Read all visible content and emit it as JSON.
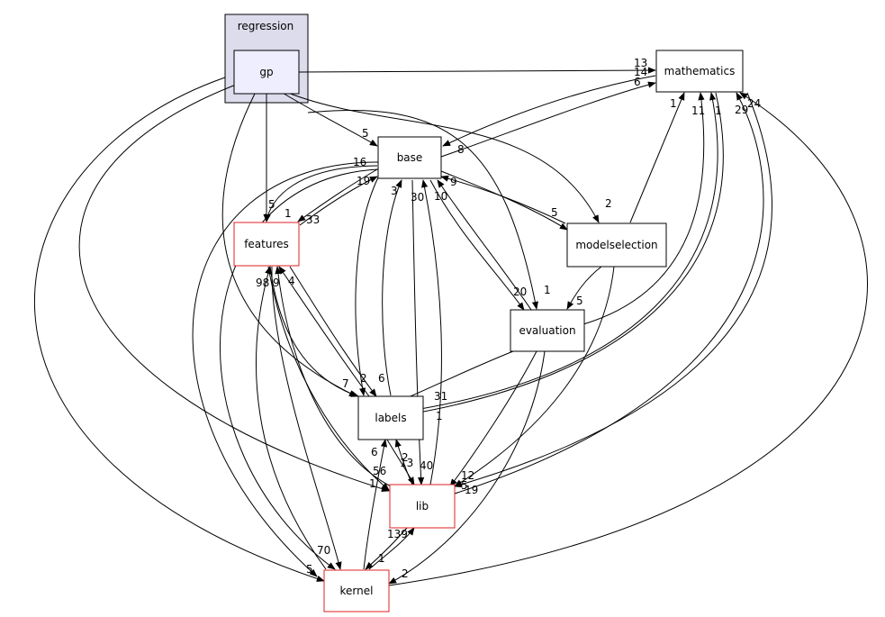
{
  "cluster": {
    "label": "regression"
  },
  "nodes": {
    "gp": {
      "label": "gp"
    },
    "mathematics": {
      "label": "mathematics"
    },
    "base": {
      "label": "base"
    },
    "features": {
      "label": "features"
    },
    "modelselection": {
      "label": "modelselection"
    },
    "evaluation": {
      "label": "evaluation"
    },
    "labels": {
      "label": "labels"
    },
    "lib": {
      "label": "lib"
    },
    "kernel": {
      "label": "kernel"
    }
  },
  "edge_labels": {
    "gp_mathematics": "14",
    "gp_base": "5",
    "gp_features": "5",
    "gp_modelselection": "2",
    "gp_evaluation": "1",
    "gp_labels": "7",
    "gp_lib": "1",
    "gp_kernel": "5",
    "mathematics_13": "13",
    "mathematics_6": "6",
    "base_mathematics": "8",
    "base_features": "33",
    "base_labels": "3",
    "base_lib": "30",
    "base_evaluation": "20",
    "base_modelselection": "5",
    "base_9": "9",
    "base_10": "10",
    "features_base_16": "16",
    "features_base_19": "19",
    "features_1": "1",
    "features_98": "98",
    "features_9": "9",
    "features_4": "4",
    "labels_2": "2",
    "labels_6": "6",
    "labels_31": "31",
    "labels_1": "1",
    "modelselection_mathematics": "1",
    "modelselection_evaluation": "5",
    "evaluation_mathematics": "11",
    "labels_mathematics": "1",
    "lib_mathematics_29": "29",
    "kernel_mathematics": "24",
    "lib_6": "6",
    "lib_56": "56",
    "lib_12": "12",
    "lib_13": "13",
    "lib_40": "40",
    "lib_2": "2",
    "lib_5": "5",
    "lib_19": "19",
    "lib_1": "1",
    "kernel_70": "70",
    "kernel_139": "139",
    "kernel_1": "1",
    "kernel_2": "2"
  }
}
